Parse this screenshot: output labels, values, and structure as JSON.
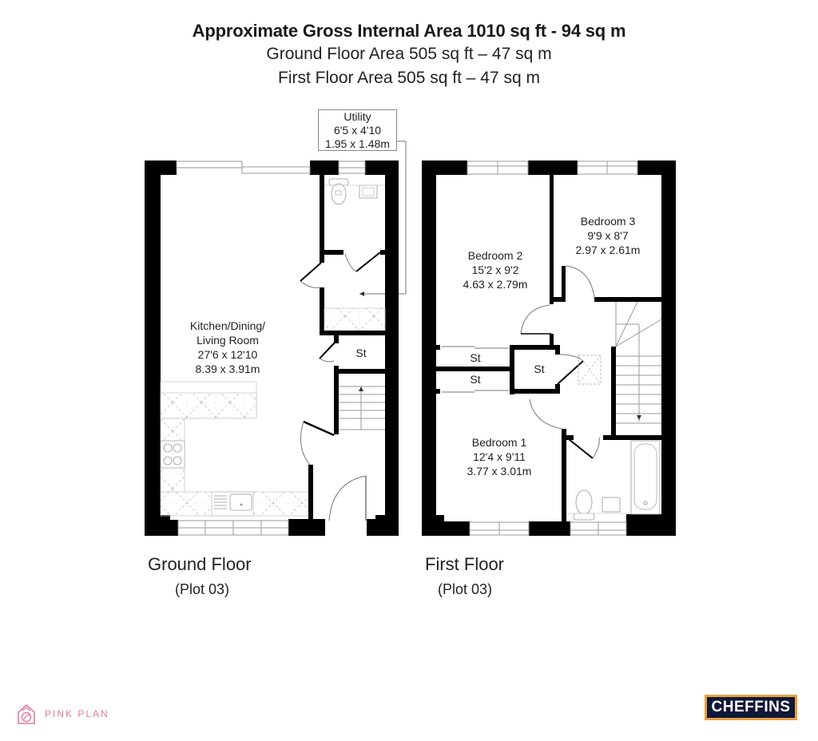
{
  "header": {
    "title": "Approximate Gross Internal Area 1010 sq ft - 94 sq m",
    "ground_area": "Ground Floor Area 505 sq ft – 47 sq m",
    "first_area": "First Floor Area 505 sq ft – 47 sq m"
  },
  "ground_floor": {
    "label": "Ground Floor",
    "plot": "(Plot 03)",
    "rooms": {
      "kitchen": {
        "name1": "Kitchen/Dining/",
        "name2": "Living Room",
        "imperial": "27'6 x 12'10",
        "metric": "8.39 x 3.91m"
      },
      "utility": {
        "name": "Utility",
        "imperial": "6'5 x 4'10",
        "metric": "1.95 x 1.48m"
      },
      "store": {
        "name": "St"
      }
    }
  },
  "first_floor": {
    "label": "First Floor",
    "plot": "(Plot 03)",
    "rooms": {
      "bedroom1": {
        "name": "Bedroom 1",
        "imperial": "12'4 x 9'11",
        "metric": "3.77 x 3.01m"
      },
      "bedroom2": {
        "name": "Bedroom 2",
        "imperial": "15'2 x 9'2",
        "metric": "4.63 x 2.79m"
      },
      "bedroom3": {
        "name": "Bedroom 3",
        "imperial": "9'9 x 8'7",
        "metric": "2.97 x 2.61m"
      },
      "store1": {
        "name": "St"
      },
      "store2": {
        "name": "St"
      },
      "store3": {
        "name": "St"
      }
    }
  },
  "branding": {
    "left_logo": "PINK PLAN",
    "left_logo_color": "#e07aa0",
    "right_logo": "CHEFFINS",
    "right_logo_bg": "#0f1838",
    "right_logo_border": "#e8a040"
  }
}
